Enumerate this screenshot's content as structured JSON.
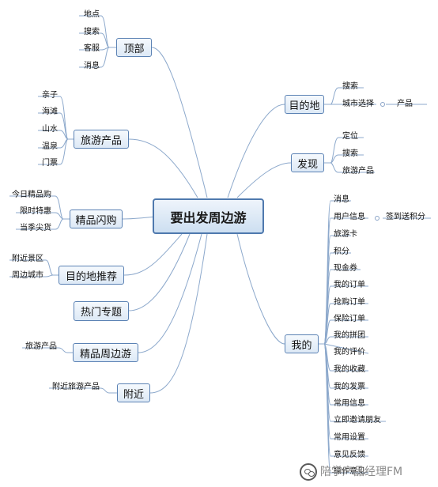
{
  "root": "要出发周边游",
  "top": {
    "label": "顶部",
    "items": [
      "地点",
      "搜索",
      "客服",
      "消息"
    ]
  },
  "travel_products": {
    "label": "旅游产品",
    "items": [
      "亲子",
      "海滩",
      "山水",
      "温泉",
      "门票"
    ]
  },
  "flash_sale": {
    "label": "精品闪购",
    "items": [
      "今日精品购",
      "限时特惠",
      "当季尖货"
    ]
  },
  "dest_recommend": {
    "label": "目的地推荐",
    "items": [
      "附近景区",
      "周边城市"
    ]
  },
  "hot_topics": {
    "label": "热门专题"
  },
  "nearby_quality": {
    "label": "精品周边游",
    "items": [
      "旅游产品"
    ]
  },
  "nearby": {
    "label": "附近",
    "items": [
      "附近旅游产品"
    ]
  },
  "destination": {
    "label": "目的地",
    "items": [
      "搜索",
      "城市选择"
    ],
    "sub": "产品"
  },
  "discover": {
    "label": "发现",
    "items": [
      "定位",
      "搜索",
      "旅游产品"
    ]
  },
  "mine": {
    "label": "我的",
    "user_info_sub": "签到送积分",
    "items": [
      "消息",
      "用户信息",
      "旅游卡",
      "积分",
      "现金券",
      "我的订单",
      "抢购订单",
      "保险订单",
      "我的拼团",
      "我的评价",
      "我的收藏",
      "我的发票",
      "常用信息",
      "立即邀请朋友",
      "常用设置",
      "意见反馈",
      "操作意见"
    ]
  },
  "watermark": "陪学产品经理FM"
}
